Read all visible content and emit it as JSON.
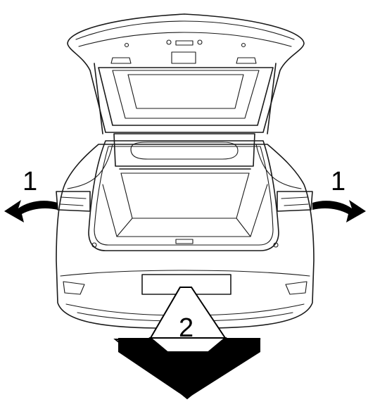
{
  "labels": {
    "step_left": "1",
    "step_right": "1",
    "step_pull": "2"
  },
  "colors": {
    "line": "#1a1a1a",
    "body_fill": "#e9eaec",
    "white": "#ffffff",
    "arrow": "#000000"
  },
  "icons": [
    "curved-arrow-left-icon",
    "curved-arrow-right-icon",
    "down-arrow-icon"
  ]
}
